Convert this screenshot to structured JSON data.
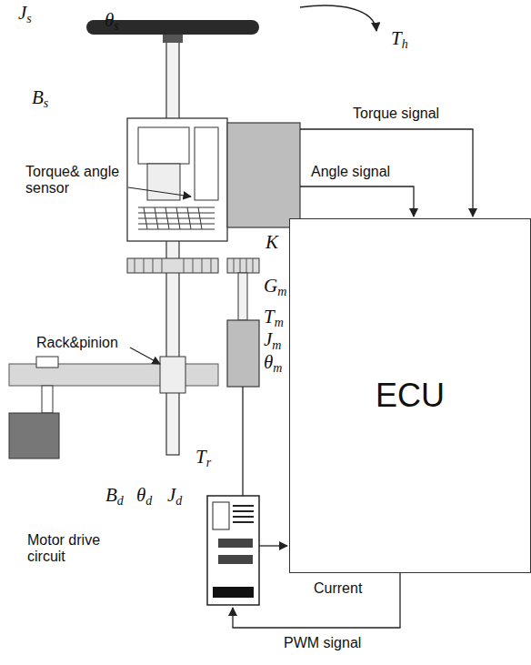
{
  "diagram": {
    "nodes": [
      {
        "text": [
          "ECU"
        ]
      }
    ],
    "labels": [
      "Js",
      "θs",
      "Th",
      "Bs",
      "Torque signal",
      "Angle signal",
      "Torque& angle sensor",
      "K",
      "Gm",
      "Tm",
      "Jm",
      "θm",
      "Rack&pinion",
      "Tr",
      "Bd",
      "θd",
      "Jd",
      "Motor drive circuit",
      "Current",
      "PWM signal"
    ]
  }
}
